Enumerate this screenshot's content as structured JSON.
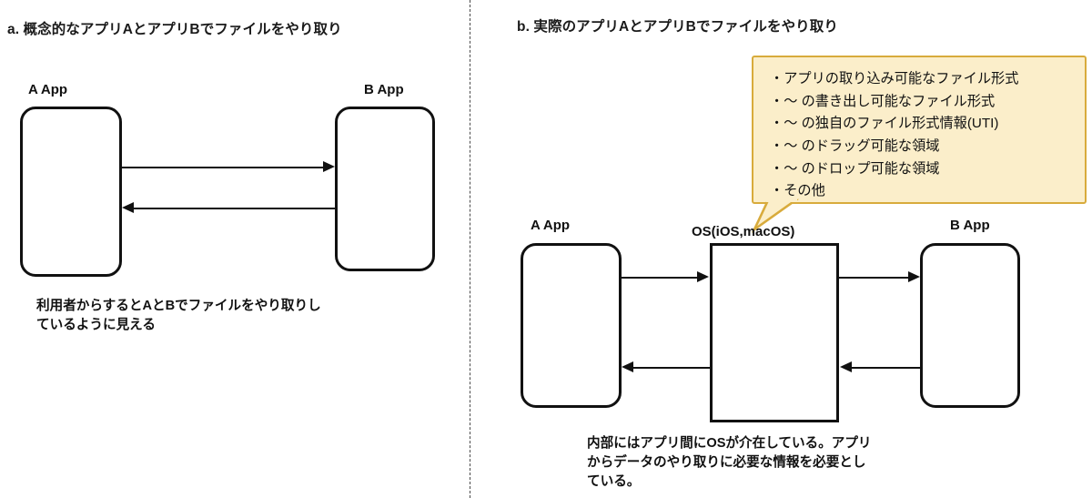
{
  "figure": {
    "panel_a": {
      "title": "a. 概念的なアプリAとアプリBでファイルをやり取り",
      "left_box_label": "A App",
      "right_box_label": "B App",
      "caption": "利用者からするとAとBでファイルをやり取りし\nているように見える"
    },
    "panel_b": {
      "title": "b. 実際のアプリAとアプリBでファイルをやり取り",
      "left_box_label": "A App",
      "middle_box_label": "OS(iOS,macOS)",
      "right_box_label": "B App",
      "caption": "内部にはアプリ間にOSが介在している。アプリ\nからデータのやり取りに必要な情報を必要とし\nている。",
      "callout": {
        "items": [
          "・アプリの取り込み可能なファイル形式",
          "・〜 の書き出し可能なファイル形式",
          "・〜 の独自のファイル形式情報(UTI)",
          "・〜 のドラッグ可能な領域",
          "・〜 のドロップ可能な領域",
          "・その他"
        ]
      }
    },
    "colors": {
      "stroke": "#111111",
      "callout_fill": "#fbeeca",
      "callout_border": "#d8ab3c",
      "divider": "#4a4a4a",
      "background": "#ffffff"
    }
  }
}
